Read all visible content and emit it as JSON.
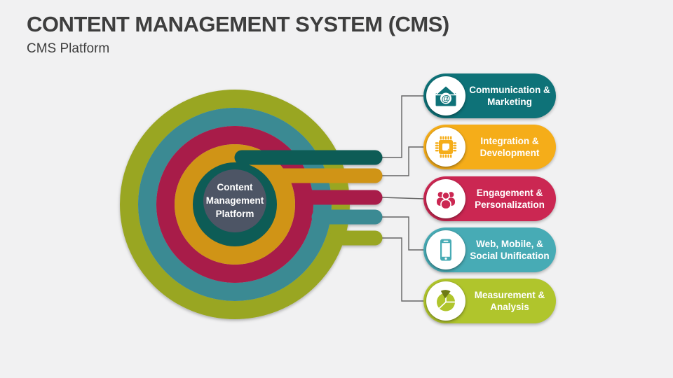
{
  "slide": {
    "title": "CONTENT MANAGEMENT SYSTEM (CMS)",
    "subtitle": "CMS Platform",
    "background_color": "#F1F1F2"
  },
  "center": {
    "line1": "Content",
    "line2": "Management",
    "line3": "Platform",
    "circle_color": "#4E5565"
  },
  "diagram": {
    "rings": {
      "olive": "#99A622",
      "teal": "#3A8A93",
      "crimson": "#A81F48",
      "amber": "#D09414",
      "inner_teal": "#0B5B57"
    },
    "connector_color": "#646464",
    "pie_dark": "#6F7B15"
  },
  "pills": [
    {
      "line1": "Communication &",
      "line2": "Marketing",
      "color": "#0E7278",
      "icon": "email-at-icon"
    },
    {
      "line1": "Integration &",
      "line2": "Development",
      "color": "#F5AD19",
      "icon": "chip-icon"
    },
    {
      "line1": "Engagement &",
      "line2": "Personalization",
      "color": "#CB2752",
      "icon": "people-group-icon"
    },
    {
      "line1": "Web, Mobile, &",
      "line2": "Social Unification",
      "color": "#47ABB5",
      "icon": "smartphone-icon"
    },
    {
      "line1": "Measurement &",
      "line2": "Analysis",
      "color": "#B0C52C",
      "icon": "pie-chart-icon"
    }
  ]
}
